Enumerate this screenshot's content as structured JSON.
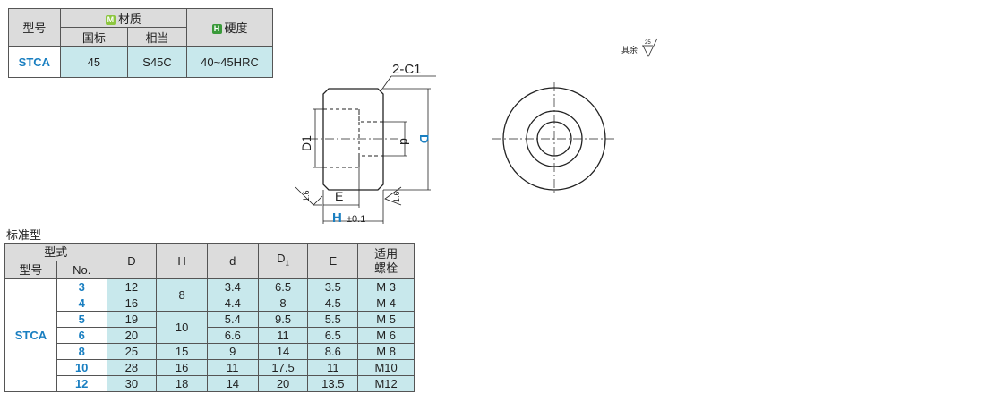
{
  "material_table": {
    "col_model": "型号",
    "col_material": "材质",
    "col_national": "国标",
    "col_equivalent": "相当",
    "col_hardness": "硬度",
    "badge_m": "M",
    "badge_h": "H",
    "row": {
      "model": "STCA",
      "national": "45",
      "equivalent": "S45C",
      "hardness": "40~45HRC"
    }
  },
  "drawing": {
    "chamfer": "2-C1",
    "d1_label": "D1",
    "d_label": "d",
    "D_label": "D",
    "e_label": "E",
    "h_label": "H",
    "h_tol": "±0.1",
    "roughness_left": "1.6",
    "roughness_right": "1.6",
    "note": "其余",
    "note_value": "25"
  },
  "standard_label": "标准型",
  "standard_table": {
    "col_type": "型式",
    "col_model": "型号",
    "col_no": "No.",
    "col_D": "D",
    "col_H": "H",
    "col_d": "d",
    "col_D1": "D",
    "col_D1_sub": "1",
    "col_E": "E",
    "col_bolt_1": "适用",
    "col_bolt_2": "螺栓",
    "model": "STCA",
    "rows": [
      {
        "no": "3",
        "D": "12",
        "H": "8",
        "d": "3.4",
        "D1": "6.5",
        "E": "3.5",
        "bolt": "M 3"
      },
      {
        "no": "4",
        "D": "16",
        "d": "4.4",
        "D1": "8",
        "E": "4.5",
        "bolt": "M 4"
      },
      {
        "no": "5",
        "D": "19",
        "H": "10",
        "d": "5.4",
        "D1": "9.5",
        "E": "5.5",
        "bolt": "M 5"
      },
      {
        "no": "6",
        "D": "20",
        "d": "6.6",
        "D1": "11",
        "E": "6.5",
        "bolt": "M 6"
      },
      {
        "no": "8",
        "D": "25",
        "H": "15",
        "d": "9",
        "D1": "14",
        "E": "8.6",
        "bolt": "M 8"
      },
      {
        "no": "10",
        "D": "28",
        "H": "16",
        "d": "11",
        "D1": "17.5",
        "E": "11",
        "bolt": "M10"
      },
      {
        "no": "12",
        "D": "30",
        "H": "18",
        "d": "14",
        "D1": "20",
        "E": "13.5",
        "bolt": "M12"
      }
    ]
  }
}
